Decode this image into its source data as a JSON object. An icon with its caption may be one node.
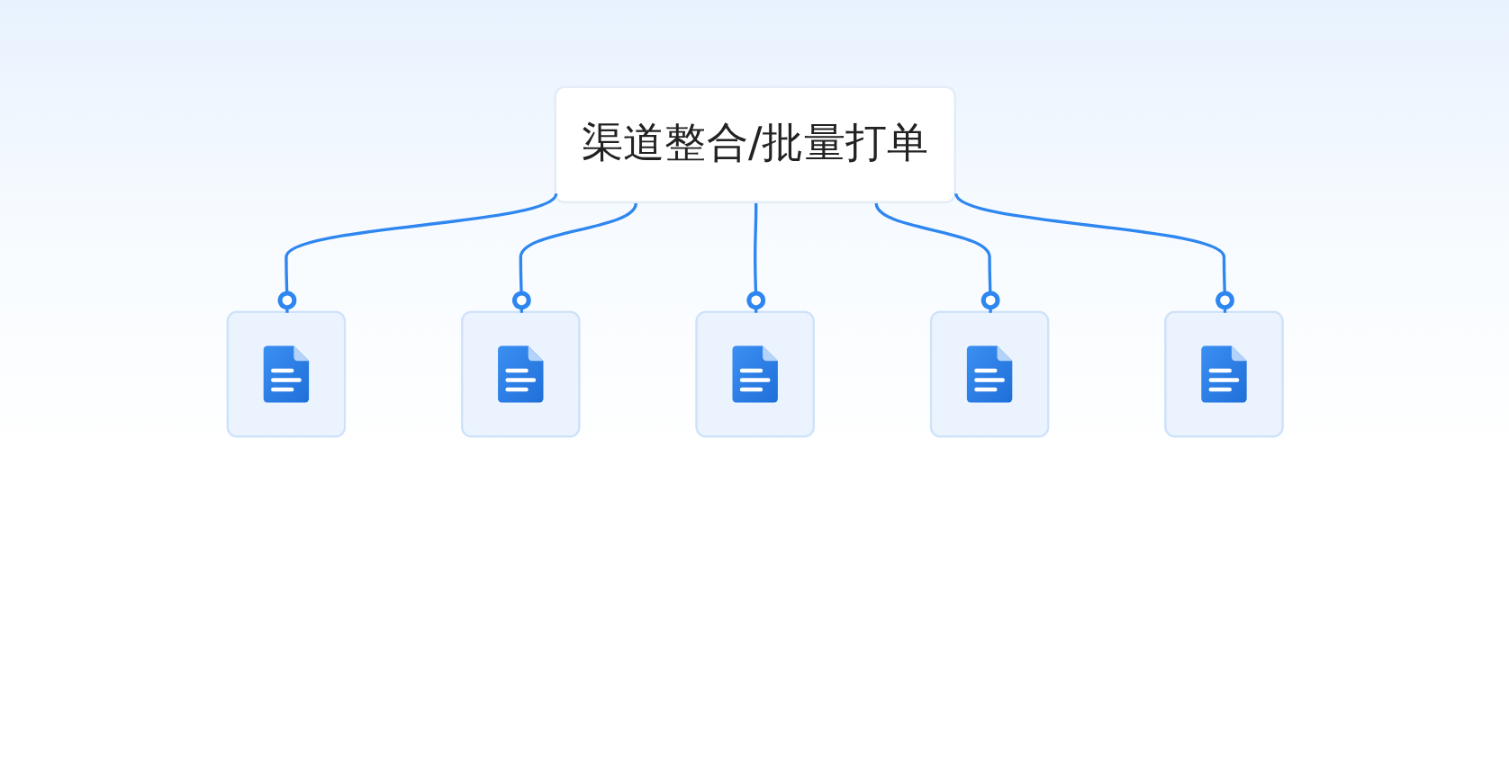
{
  "diagram": {
    "nodes": [
      {
        "text": [
          "渠道整合/批量打单"
        ]
      },
      {
        "text": [],
        "shape": "picture"
      },
      {
        "text": [],
        "shape": "picture"
      },
      {
        "text": [],
        "shape": "picture"
      },
      {
        "text": [],
        "shape": "picture"
      },
      {
        "text": [],
        "shape": "picture"
      }
    ],
    "edges": [
      {
        "from": 0,
        "to": 1,
        "arrow": "other"
      },
      {
        "from": 0,
        "to": 2,
        "arrow": "other"
      },
      {
        "from": 0,
        "to": 3,
        "arrow": "other"
      },
      {
        "from": 0,
        "to": 4,
        "arrow": "other"
      },
      {
        "from": 0,
        "to": 5,
        "arrow": "other"
      }
    ]
  }
}
